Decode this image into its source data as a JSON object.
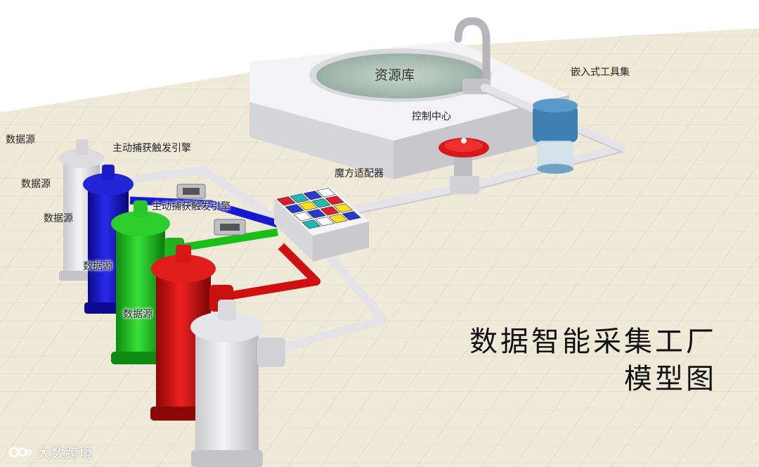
{
  "labels": {
    "resource_library": "资源库",
    "embedded_toolset": "嵌入式工具集",
    "control_center": "控制中心",
    "magic_cube_adapter": "魔方适配器",
    "capture_engine_1": "主动捕获触发引擎",
    "capture_engine_2": "主动捕获触发引擎",
    "data_source_1": "数据源",
    "data_source_2": "数据源",
    "data_source_3": "数据源",
    "data_source_4": "数据源",
    "data_source_5": "数据源"
  },
  "title": {
    "line1": "数据智能采集工厂",
    "line2": "模型图"
  },
  "watermark": {
    "text": "大数跨境"
  },
  "colors": {
    "floor": "#efe9d8",
    "blue_hydrant": "#1010c8",
    "green_hydrant": "#18c018",
    "red_hydrant": "#d01010",
    "white_hydrant": "#e4e4e6",
    "valve": "#d81818",
    "pipe": "#e8e8ec"
  },
  "adapter_grid": [
    [
      "#e01c2c",
      "#20b8b0",
      "#2a3ac8",
      "#ffffff"
    ],
    [
      "#2a3ac8",
      "#ffe020",
      "#20b8b0",
      "#e01c2c"
    ],
    [
      "#ffffff",
      "#2a3ac8",
      "#e01c2c",
      "#ffe020"
    ],
    [
      "#20b8b0",
      "#ffffff",
      "#ffe020",
      "#2a3ac8"
    ]
  ]
}
